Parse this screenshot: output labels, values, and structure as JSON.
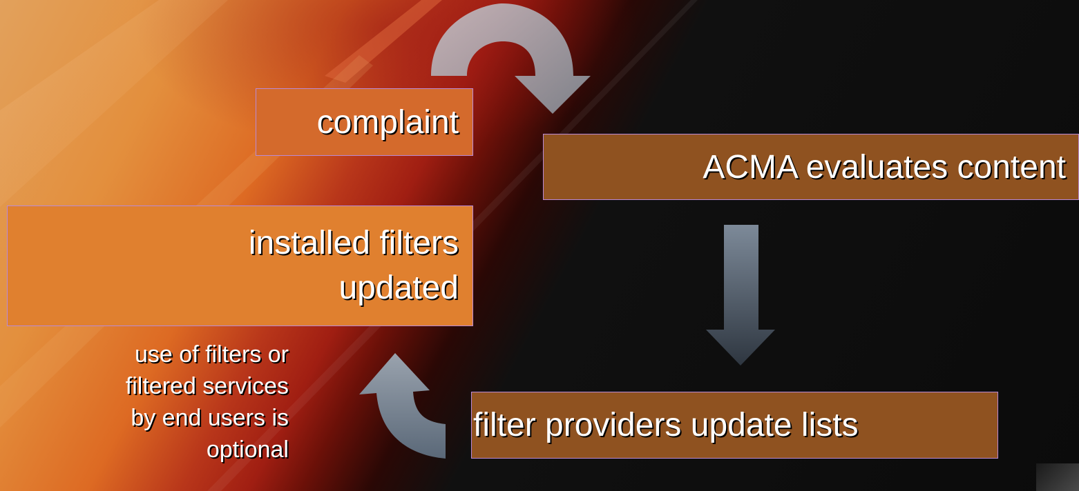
{
  "diagram": {
    "title": "",
    "steps": {
      "complaint": "complaint",
      "acma_evaluates": "ACMA evaluates content",
      "filter_providers": "filter providers update lists",
      "installed_filters": "installed filters\nupdated"
    },
    "note": "use of filters or\nfiltered services\nby end users is\noptional"
  },
  "colors": {
    "box_orange": "#d46a2c",
    "box_brown": "#8f5220",
    "box_light_orange": "#e0802f",
    "box_border": "#b98ad8",
    "arrow": "#8e95a0",
    "text": "#ffffff"
  }
}
